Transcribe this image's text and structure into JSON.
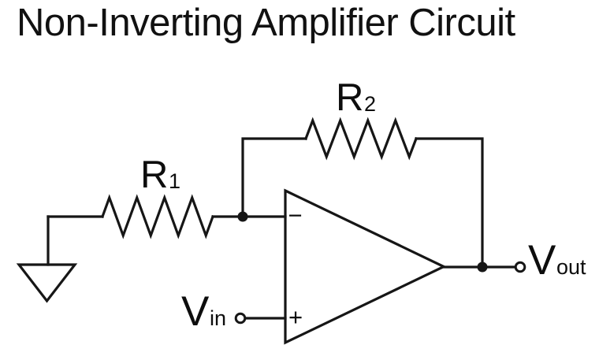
{
  "title": "Non-Inverting Amplifier Circuit",
  "circuit": {
    "labels": {
      "r1": {
        "main": "R",
        "sub": "1"
      },
      "r2": {
        "main": "R",
        "sub": "2"
      },
      "vin": {
        "main": "V",
        "sub": "in"
      },
      "vout": {
        "main": "V",
        "sub": "out"
      },
      "opamp_inverting_input": "−",
      "opamp_noninverting_input": "+"
    },
    "colors": {
      "line": "#161616",
      "text": "#0d0d0d",
      "background": "#ffffff"
    }
  }
}
